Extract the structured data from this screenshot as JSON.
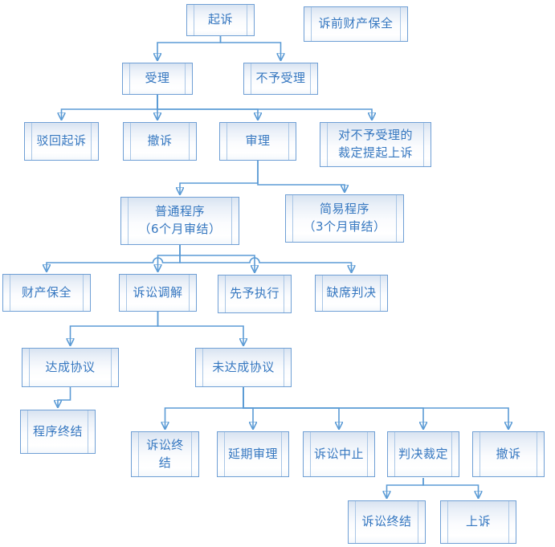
{
  "diagram": {
    "type": "flowchart",
    "language": "zh-CN",
    "topic": "民事诉讼流程图",
    "accent_colors": {
      "box_border": "#6f9fd5",
      "box_fill_top": "#d8e3f1",
      "box_fill_bottom": "#ffffff",
      "inner_rule": "#a9c6e6",
      "connector": "#5b9bd5",
      "arrowhead": "#4d8fcd",
      "text": "#3577c0"
    },
    "nodes": [
      {
        "id": "file-lawsuit",
        "label": "起诉"
      },
      {
        "id": "pre-litigation-preservation",
        "label": "诉前财产保全"
      },
      {
        "id": "accept",
        "label": "受理"
      },
      {
        "id": "not-accept",
        "label": "不予受理"
      },
      {
        "id": "dismiss-lawsuit",
        "label": "驳回起诉"
      },
      {
        "id": "withdraw-lawsuit",
        "label": "撤诉"
      },
      {
        "id": "trial",
        "label": "审理"
      },
      {
        "id": "appeal-nonacceptance-ruling",
        "label": "对不予受理的\n裁定提起上诉"
      },
      {
        "id": "ordinary-procedure",
        "label": "普通程序\n（6个月审结）"
      },
      {
        "id": "summary-procedure",
        "label": "简易程序\n（3个月审结）"
      },
      {
        "id": "property-preservation",
        "label": "财产保全"
      },
      {
        "id": "litigation-mediation",
        "label": "诉讼调解"
      },
      {
        "id": "advance-execution",
        "label": "先予执行"
      },
      {
        "id": "default-judgment",
        "label": "缺席判决"
      },
      {
        "id": "agreement-reached",
        "label": "达成协议"
      },
      {
        "id": "no-agreement",
        "label": "未达成协议"
      },
      {
        "id": "procedure-end",
        "label": "程序终结"
      },
      {
        "id": "litigation-end-1",
        "label": "诉讼终结"
      },
      {
        "id": "postponed-trial",
        "label": "延期审理"
      },
      {
        "id": "litigation-suspended",
        "label": "诉讼中止"
      },
      {
        "id": "judgment-ruling",
        "label": "判决裁定"
      },
      {
        "id": "withdraw-lawsuit-2",
        "label": "撤诉"
      },
      {
        "id": "litigation-end-2",
        "label": "诉讼终结"
      },
      {
        "id": "appeal",
        "label": "上诉"
      }
    ],
    "edges": [
      {
        "from": "file-lawsuit",
        "to": "accept"
      },
      {
        "from": "file-lawsuit",
        "to": "not-accept"
      },
      {
        "from": "accept",
        "to": "dismiss-lawsuit"
      },
      {
        "from": "accept",
        "to": "withdraw-lawsuit"
      },
      {
        "from": "accept",
        "to": "trial"
      },
      {
        "from": "accept",
        "to": "appeal-nonacceptance-ruling"
      },
      {
        "from": "trial",
        "to": "ordinary-procedure"
      },
      {
        "from": "trial",
        "to": "summary-procedure"
      },
      {
        "from": "ordinary-procedure",
        "to": "property-preservation"
      },
      {
        "from": "ordinary-procedure",
        "to": "litigation-mediation"
      },
      {
        "from": "ordinary-procedure",
        "to": "advance-execution"
      },
      {
        "from": "ordinary-procedure",
        "to": "default-judgment"
      },
      {
        "from": "litigation-mediation",
        "to": "agreement-reached"
      },
      {
        "from": "litigation-mediation",
        "to": "no-agreement"
      },
      {
        "from": "agreement-reached",
        "to": "procedure-end"
      },
      {
        "from": "no-agreement",
        "to": "litigation-end-1"
      },
      {
        "from": "no-agreement",
        "to": "postponed-trial"
      },
      {
        "from": "no-agreement",
        "to": "litigation-suspended"
      },
      {
        "from": "no-agreement",
        "to": "judgment-ruling"
      },
      {
        "from": "no-agreement",
        "to": "withdraw-lawsuit-2"
      },
      {
        "from": "judgment-ruling",
        "to": "litigation-end-2"
      },
      {
        "from": "judgment-ruling",
        "to": "appeal"
      }
    ]
  }
}
